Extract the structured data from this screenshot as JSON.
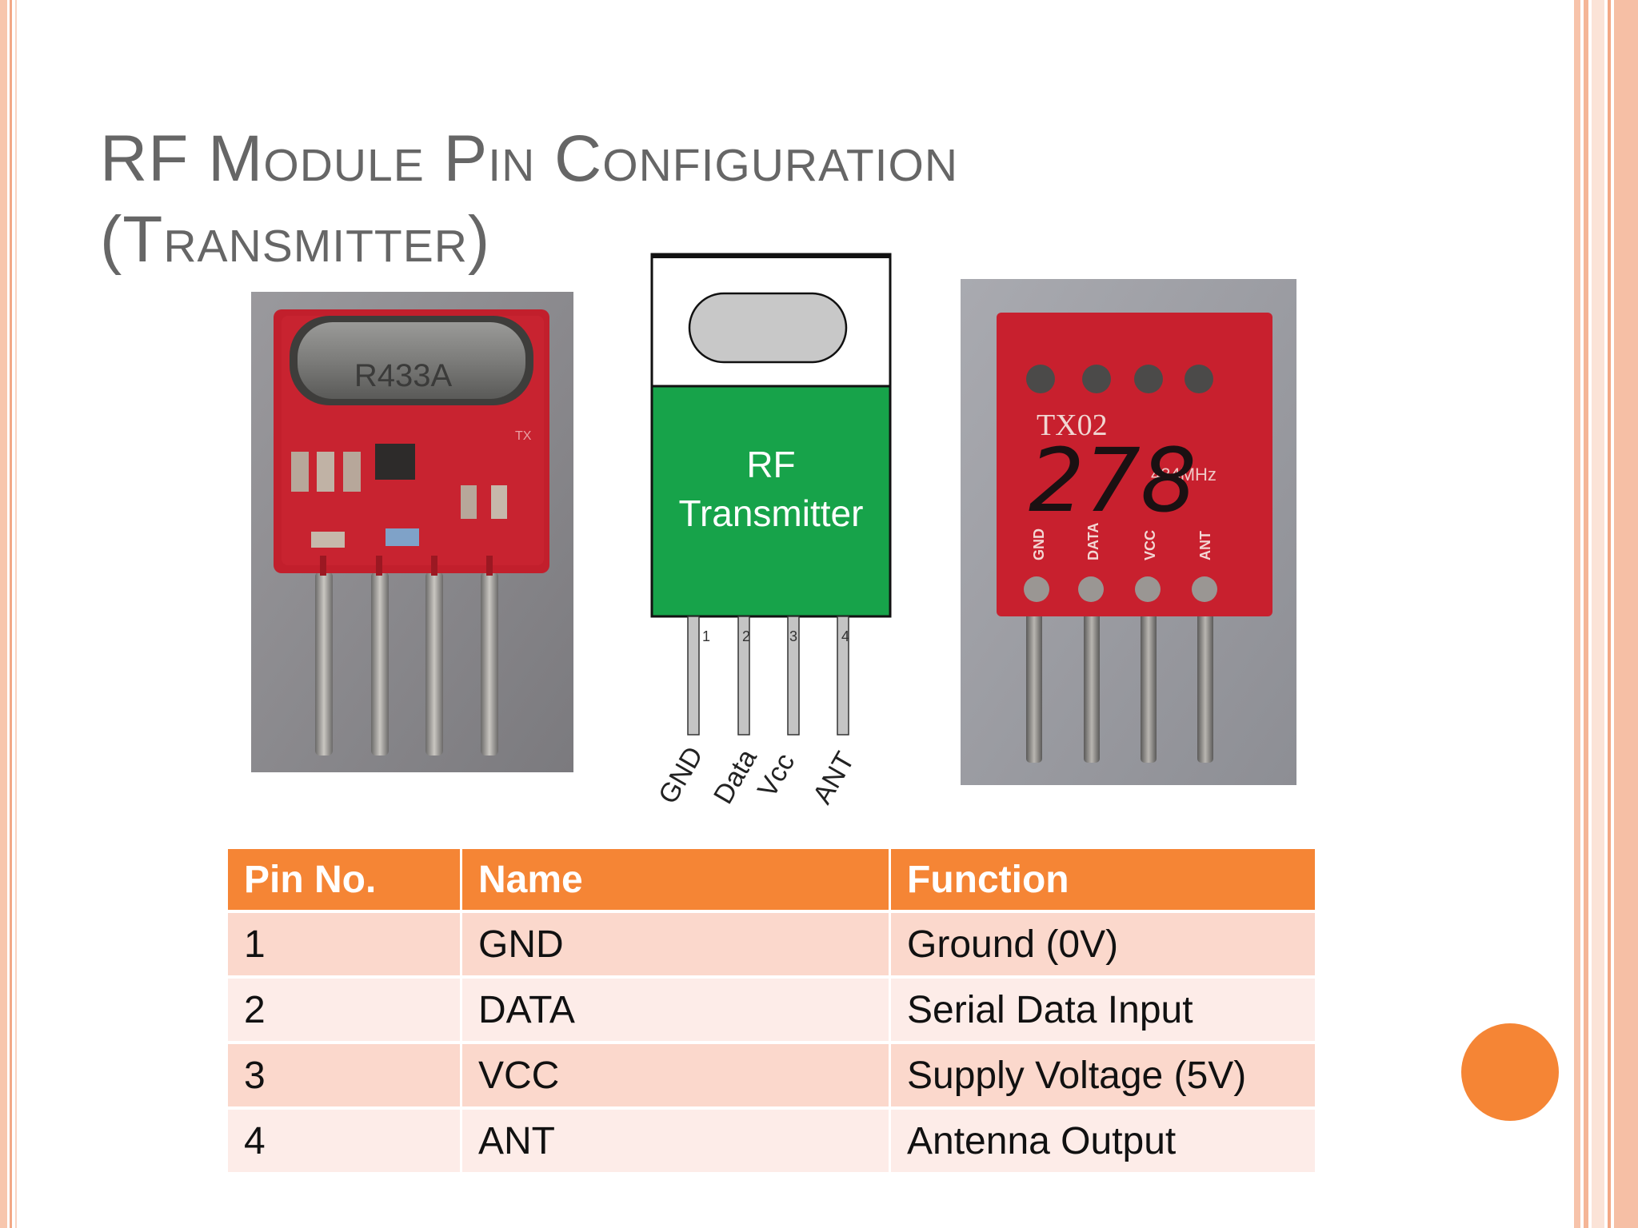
{
  "slide": {
    "title_line1": "RF Module Pin Configuration",
    "title_line2": "(Transmitter)"
  },
  "front_photo": {
    "crystal_marking": "R433A",
    "board_marking": "TX"
  },
  "diagram": {
    "body_label_line1": "RF",
    "body_label_line2": "Transmitter",
    "pin_numbers": [
      "1",
      "2",
      "3",
      "4"
    ],
    "pin_labels": [
      "GND",
      "Data",
      "Vcc",
      "ANT"
    ]
  },
  "back_photo": {
    "board_marking": "TX02",
    "handwritten": "278",
    "frequency_marking": "434MHz",
    "pin_labels": [
      "GND",
      "DATA",
      "VCC",
      "ANT"
    ]
  },
  "table": {
    "headers": [
      "Pin No.",
      "Name",
      "Function"
    ],
    "rows": [
      [
        "1",
        "GND",
        "Ground (0V)"
      ],
      [
        "2",
        "DATA",
        "Serial Data Input"
      ],
      [
        "3",
        "VCC",
        "Supply Voltage (5V)"
      ],
      [
        "4",
        "ANT",
        "Antenna Output"
      ]
    ]
  },
  "colors": {
    "accent": "#f58535",
    "row_odd": "#fbd8cc",
    "row_even": "#fdece8",
    "pcb": "#c8202e",
    "diagram_body": "#17a34a"
  }
}
